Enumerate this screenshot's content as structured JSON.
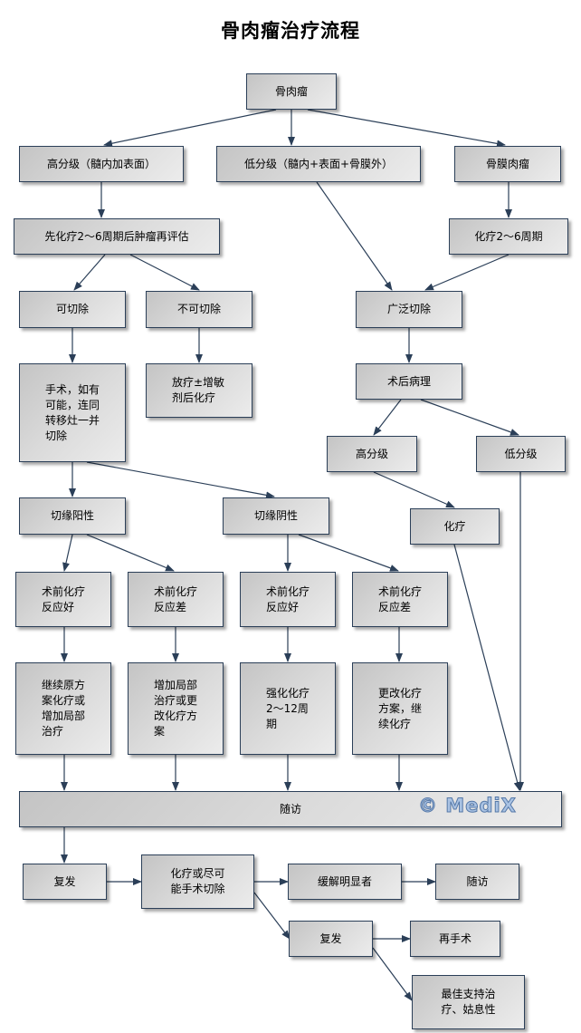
{
  "title": "骨肉瘤治疗流程",
  "watermark": "© MediX",
  "colors": {
    "border": "#2b3f58",
    "line": "#2b3f58",
    "box_light": "#ececec",
    "box_dark": "#c4c4c4",
    "watermark": "#a9c2e3"
  },
  "nodes": {
    "root": "骨肉瘤",
    "high_grade": "高分级（髓内加表面）",
    "low_grade": "低分级（髓内+表面+骨膜外）",
    "periosteal": "骨膜肉瘤",
    "neoadjuvant": "先化疗2～6周期后肿瘤再评估",
    "chemo_2_6": "化疗2～6周期",
    "resectable": "可切除",
    "unresectable": "不可切除",
    "wide_excision": "广泛切除",
    "surgery": "手术，如有\n可能，连同\n转移灶一并\n切除",
    "radiotherapy": "放疗±增敏\n剂后化疗",
    "postop_pathology": "术后病理",
    "path_high": "高分级",
    "path_low": "低分级",
    "margin_positive": "切缘阳性",
    "margin_negative": "切缘阴性",
    "chemo": "化疗",
    "pos_good": "术前化疗\n反应好",
    "pos_poor": "术前化疗\n反应差",
    "neg_good": "术前化疗\n反应好",
    "neg_poor": "术前化疗\n反应差",
    "pos_good_tx": "继续原方\n案化疗或\n增加局部\n治疗",
    "pos_poor_tx": "增加局部\n治疗或更\n改化疗方\n案",
    "neg_good_tx": "强化化疗\n2～12周\n期",
    "neg_poor_tx": "更改化疗\n方案，继\n续化疗",
    "followup": "随访",
    "relapse": "复发",
    "chemo_or_surgery": "化疗或尽可\n能手术切除",
    "remission": "缓解明显者",
    "followup2": "随访",
    "relapse2": "复发",
    "resurgery": "再手术",
    "best_support": "最佳支持治\n疗、姑息性"
  }
}
